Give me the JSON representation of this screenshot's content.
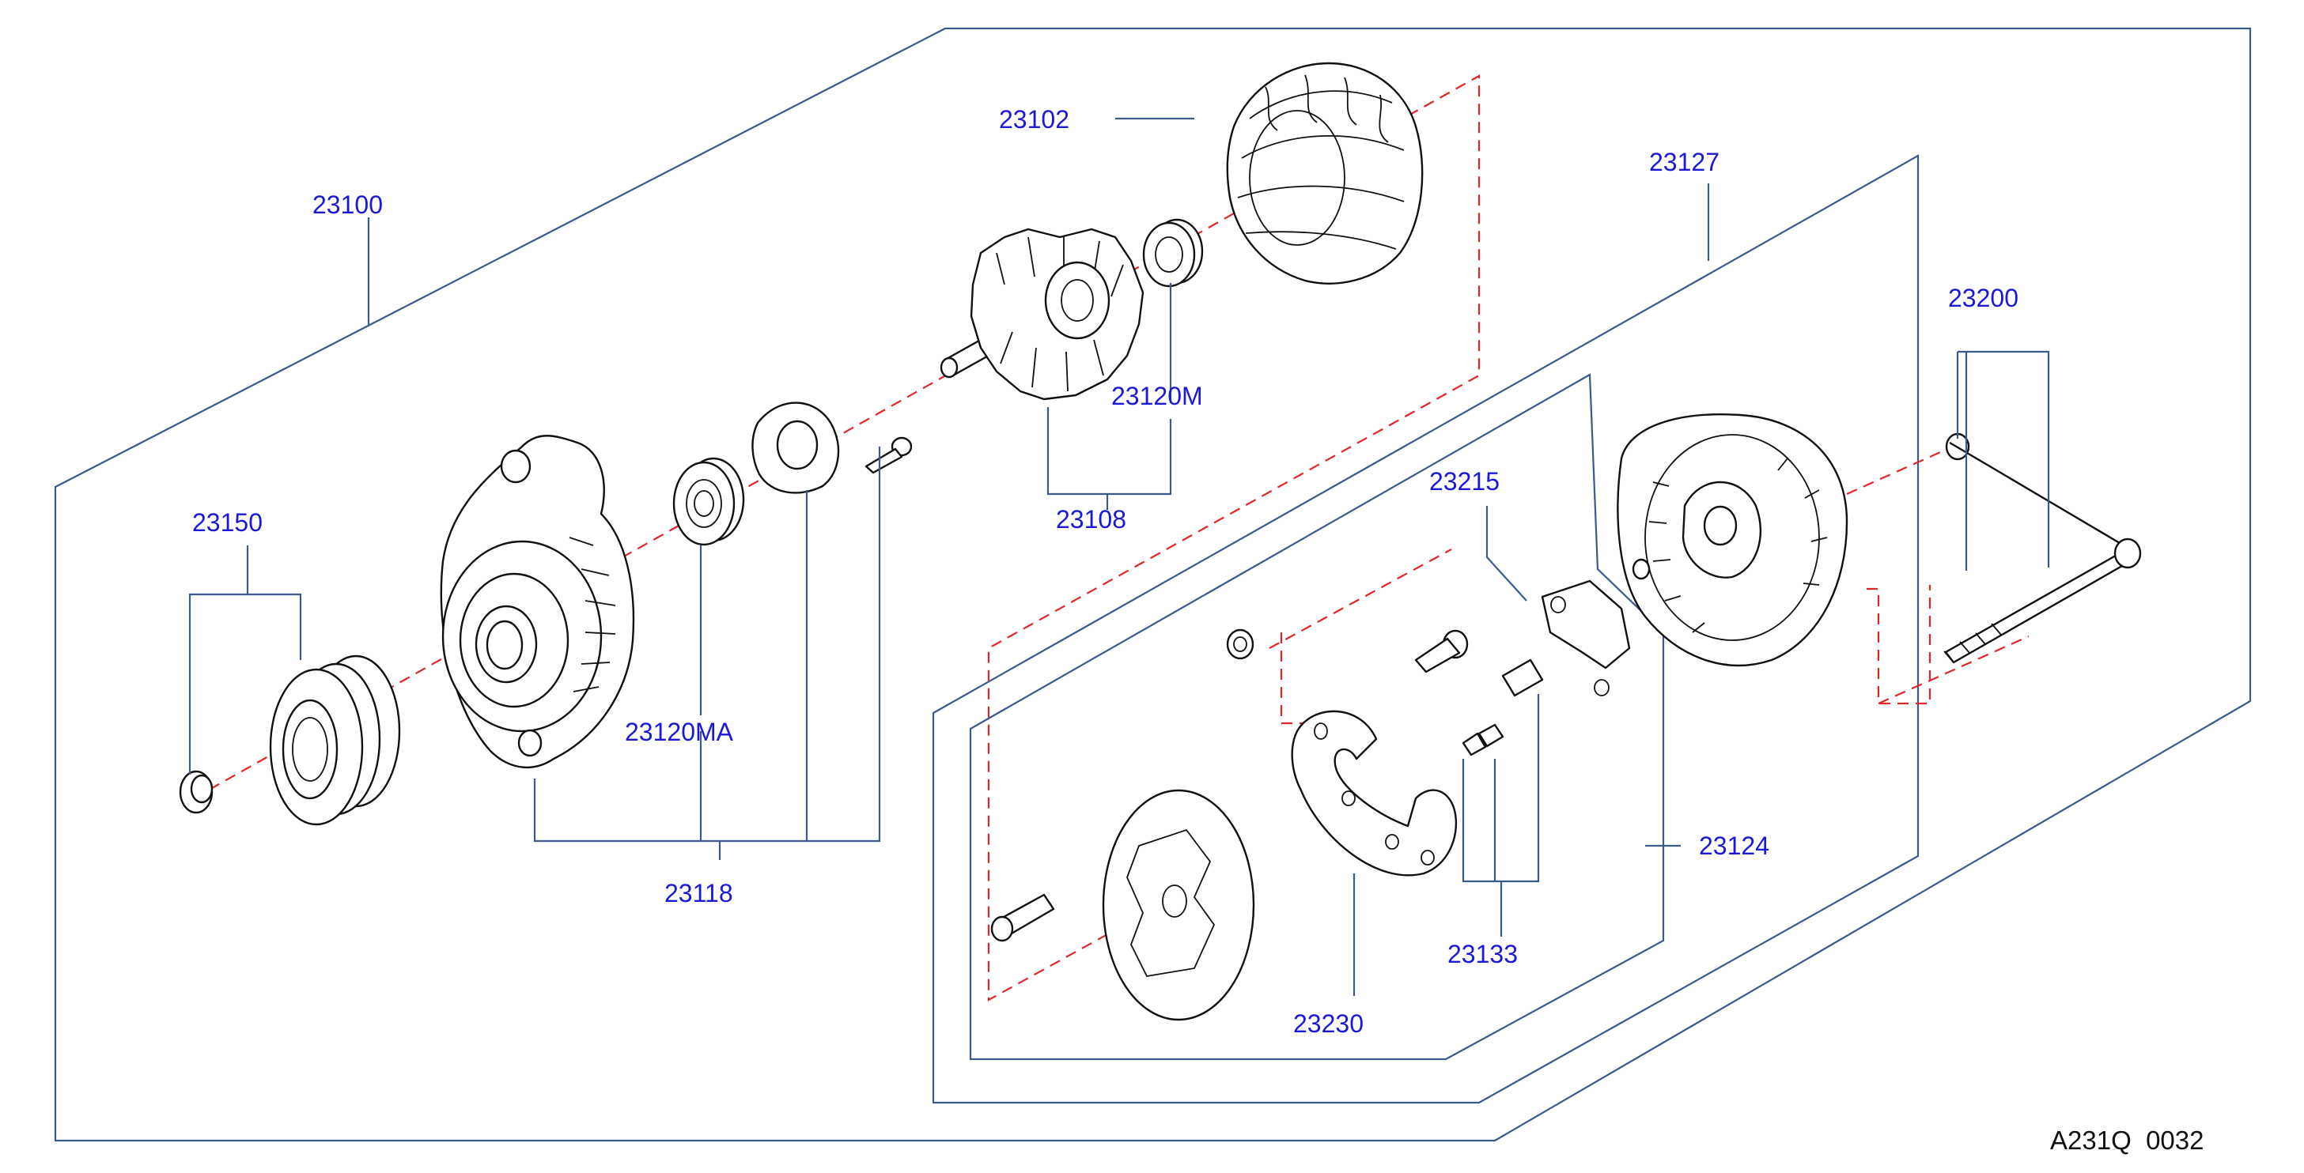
{
  "diagram": {
    "drawing_code": "A231Q  0032",
    "colors": {
      "label": "#1a1ad6",
      "frame": "#3a5a8c",
      "axis": "#e0262a",
      "line": "#111111"
    },
    "labels": {
      "alternator_assy": "23100",
      "stator": "23102",
      "rear_cover": "23127",
      "through_bolt_set": "23200",
      "front_bearing": "23120M",
      "rotor": "23108",
      "pulley_set": "23150",
      "brush_holder": "23215",
      "rear_bearing": "23120MA",
      "regulator_assy": "23124",
      "front_bracket_assy": "23118",
      "brush": "23133",
      "diode_assy": "23230"
    }
  }
}
